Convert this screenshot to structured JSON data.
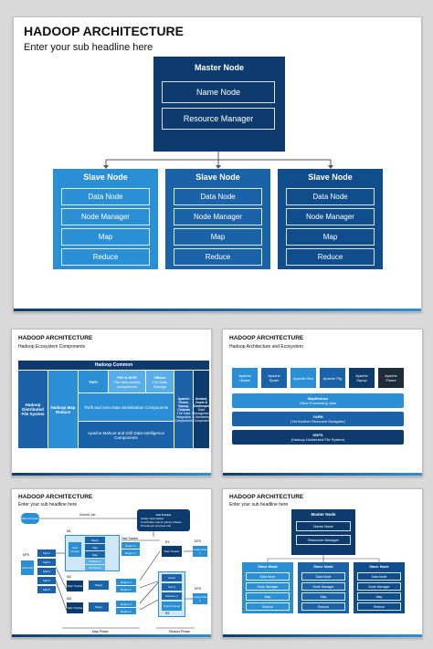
{
  "s1": {
    "title": "HADOOP ARCHITECTURE",
    "subtitle": "Enter your sub headline here",
    "master": {
      "label": "Master Node",
      "items": [
        "Name Node",
        "Resource Manager"
      ]
    },
    "slaves": [
      {
        "label": "Slave Node",
        "items": [
          "Data Node",
          "Node Manager",
          "Map",
          "Reduce"
        ]
      },
      {
        "label": "Slave Node",
        "items": [
          "Data Node",
          "Node Manager",
          "Map",
          "Reduce"
        ]
      },
      {
        "label": "Slave Node",
        "items": [
          "Data Node",
          "Node Manager",
          "Map",
          "Reduce"
        ]
      }
    ],
    "colors": {
      "master": "#0d3b6e",
      "slave1": "#2b8fd6",
      "slave2": "#1b63a8",
      "slave3": "#0f4d8c"
    }
  },
  "s2": {
    "title": "HADOOP ARCHITECTURE",
    "subtitle": "Hadoop Ecosystem Components",
    "common": "Hadoop Common",
    "hdfs": "Hadoop Distributed File System",
    "mapreduce": "Hadoop Map Reduce",
    "yarn": "Yarn",
    "pig": "PIG & HIVE",
    "pig_sub": "The data access components",
    "hbase": "HBase",
    "hbase_sub": "For Data Storage",
    "thrift": "Thrift and Avro Data Serialization Components",
    "flume": "Apache Flume, Sqoop, Chukwa",
    "flume_sub": "The Data Integration Components",
    "ambari": "Ambari, Oozie & Zookeeper",
    "ambari_sub": "Data Management & Monitoring Component",
    "mahout": "Apache Mahout and Drill Data Intelligence Components"
  },
  "s3": {
    "title": "HADOOP ARCHITECTURE",
    "subtitle": "Hadoop Architecture and Ecosystem",
    "apps": [
      "Apache Hbase",
      "Apache Spark",
      "Apache Hive",
      "Apache Pig",
      "Apache Sqoop",
      "Apache Flume"
    ],
    "layers": [
      {
        "name": "MapReduce",
        "desc": "Other Processing Jobs"
      },
      {
        "name": "YARN",
        "desc": "(Yet Another Resource Navigator)"
      },
      {
        "name": "HDFS",
        "desc": "(Hadoop Distributed File System)"
      }
    ]
  },
  "s4": {
    "title": "HADOOP ARCHITECTURE",
    "subtitle": "Enter your sub headline here",
    "client": "Client Program",
    "submit": "Submit Job",
    "job_tracker": "Job Tracker",
    "jt_items": [
      "Assign task tracker",
      "Coordinate map & reduce phases",
      "Provide job progress info"
    ],
    "dfs": "DFS",
    "input": "Input File",
    "splits": [
      "Split 1",
      "Split 2",
      "Split 3",
      "Split 4",
      "Split 5"
    ],
    "m1": "M1",
    "m2": "M2",
    "m3": "M3",
    "task_tracker": "Task Tracker",
    "input_format": "Input Format",
    "map_label": "Map()",
    "map_items": [
      "Map()",
      "Map",
      "Map",
      "Partition ()",
      "Combine ()"
    ],
    "regions": [
      "Region 1",
      "Region 2",
      "Region 1",
      "Region 2",
      "Region 1",
      "Region 2"
    ],
    "reduce_items": [
      "Read",
      "Sort ()",
      "Reduce ()",
      "Output Format"
    ],
    "r1": "R1",
    "r2": "R2",
    "outputs": [
      "Output File 1",
      "Output File 2"
    ],
    "map_phase": "Map Phase",
    "reduce_phase": "Reduce Phase"
  },
  "s5": {
    "title": "HADOOP ARCHITECTURE",
    "subtitle": "Enter your sub headline here",
    "master": {
      "label": "Master Node",
      "items": [
        "Name Node",
        "Resource Manager"
      ]
    },
    "slaves": [
      {
        "label": "Slave Node",
        "items": [
          "Data Node",
          "Node Manager",
          "Map",
          "Reduce"
        ]
      },
      {
        "label": "Slave Node",
        "items": [
          "Data Node",
          "Node Manager",
          "Map",
          "Reduce"
        ]
      },
      {
        "label": "Slave Node",
        "items": [
          "Data Node",
          "Node Manager",
          "Map",
          "Reduce"
        ]
      }
    ]
  }
}
